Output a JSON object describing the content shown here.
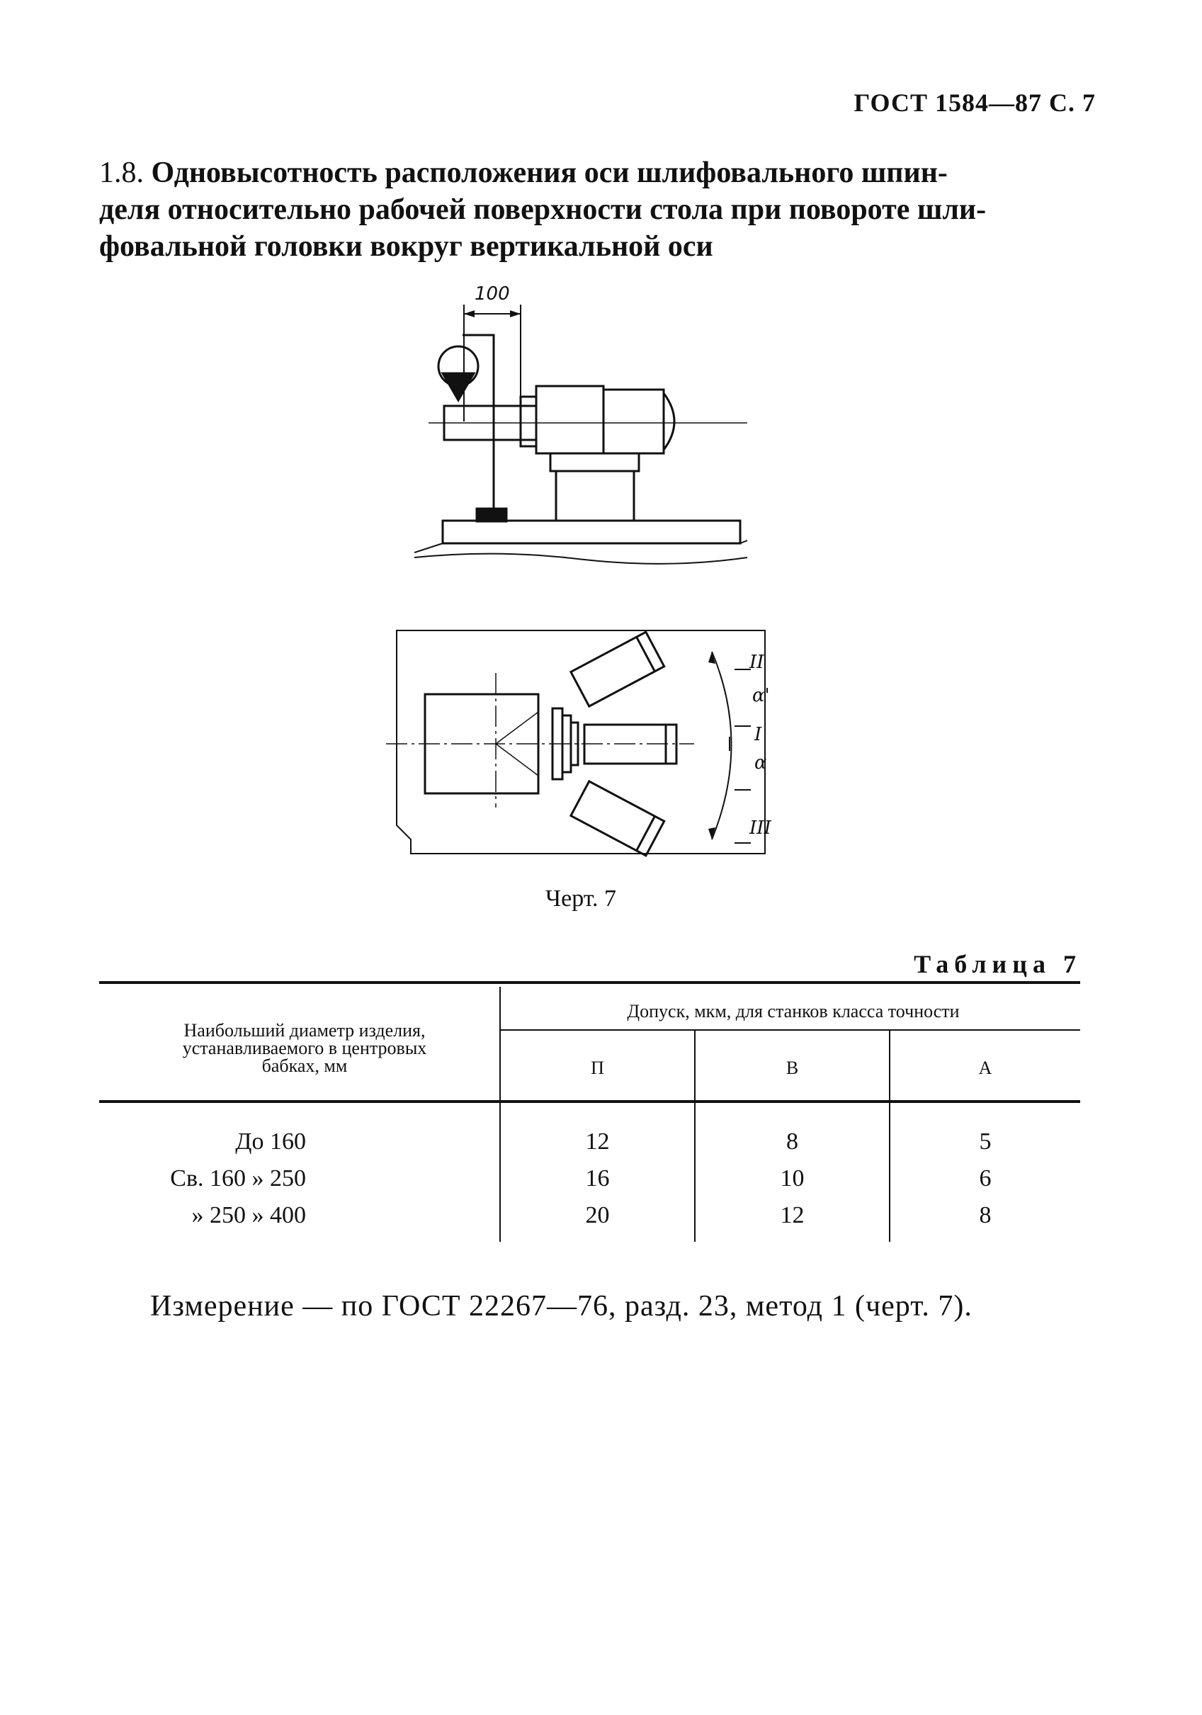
{
  "header": {
    "text": "ГОСТ 1584—87 С. 7"
  },
  "section": {
    "number": "1.8.",
    "lines": [
      "Одновысотность расположения оси шлифовального шпин-",
      "деля относительно рабочей поверхности стола при повороте шли-",
      "фовальной головки вокруг вертикальной оси"
    ]
  },
  "figure": {
    "dimension_label": "100",
    "position_labels": [
      "II",
      "I",
      "III"
    ],
    "angle_labels": [
      "α'",
      "α"
    ],
    "caption": "Черт. 7"
  },
  "table": {
    "title": "Таблица 7",
    "row_header": [
      "Наибольший диаметр изделия,",
      "устанавливаемого в центровых",
      "бабках, мм"
    ],
    "group_header": "Допуск, мкм, для станков класса точности",
    "classes": [
      "П",
      "В",
      "А"
    ],
    "rows": [
      {
        "label": "До 160",
        "values": [
          "12",
          "8",
          "5"
        ]
      },
      {
        "label": "Св. 160 » 250",
        "values": [
          "16",
          "10",
          "6"
        ]
      },
      {
        "label": "» 250 » 400",
        "values": [
          "20",
          "12",
          "8"
        ]
      }
    ]
  },
  "footnote": "Измерение — по ГОСТ 22267—76, разд. 23, метод 1 (черт. 7)."
}
